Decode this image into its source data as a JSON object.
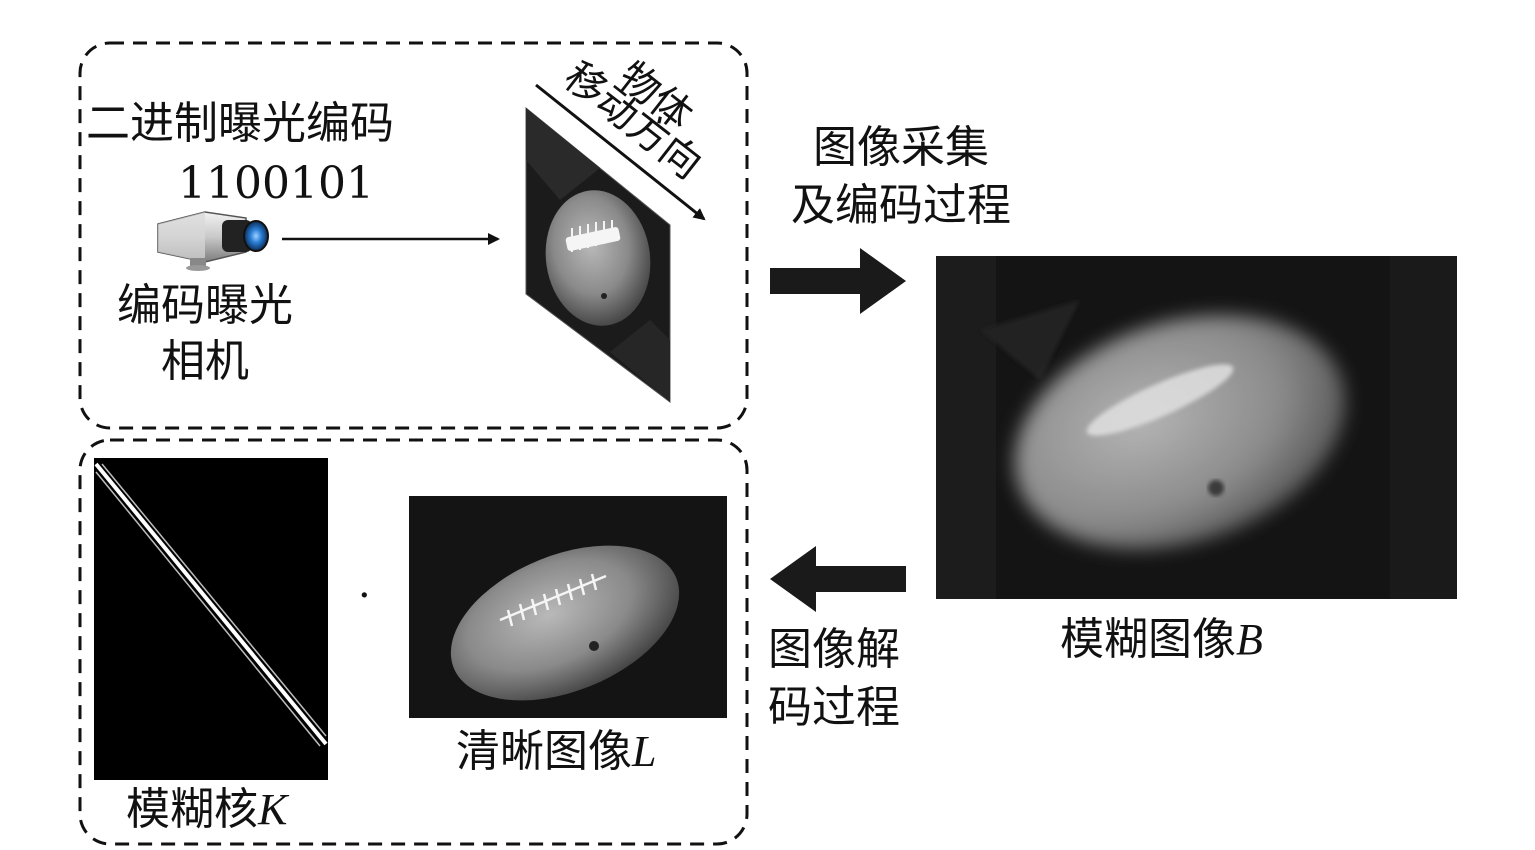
{
  "encode_panel": {
    "binary_code_title": "二进制曝光编码",
    "binary_code_value": "1100101",
    "camera_label_line1": "编码曝光",
    "camera_label_line2": "相机",
    "motion_label_line1": "物体",
    "motion_label_line2": "移动方向"
  },
  "process_arrows": {
    "capture_line1": "图像采集",
    "capture_line2": "及编码过程",
    "decode_line1": "图像解",
    "decode_line2": "码过程"
  },
  "blurred_image": {
    "label": "模糊图像",
    "symbol": "B"
  },
  "decode_panel": {
    "kernel_label": "模糊核",
    "kernel_symbol": "K",
    "operator": "·",
    "sharp_label": "清晰图像",
    "sharp_symbol": "L"
  },
  "icons": {
    "camera": "security-camera-icon",
    "football": "american-football-image"
  },
  "colors": {
    "ink": "#111111",
    "image_dark": "#141414",
    "ball_gray": "#8c8c8c",
    "camera_lens": "#2a7fd6"
  }
}
